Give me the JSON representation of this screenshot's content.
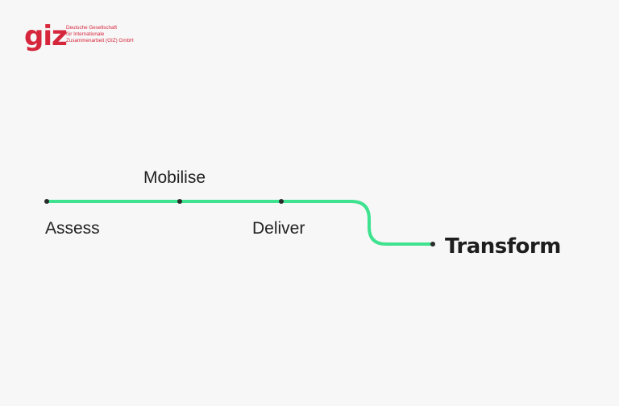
{
  "logo": {
    "mark": "giz",
    "lines": [
      "Deutsche Gesellschaft",
      "für Internationale",
      "Zusammenarbeit (GIZ) GmbH"
    ]
  },
  "stages": {
    "assess": "Assess",
    "mobilise": "Mobilise",
    "deliver": "Deliver",
    "transform": "Transform"
  },
  "colors": {
    "line": "#3ee28f",
    "node": "#2b2b2b",
    "brand": "#d6263c",
    "background": "#f7f7f7"
  }
}
